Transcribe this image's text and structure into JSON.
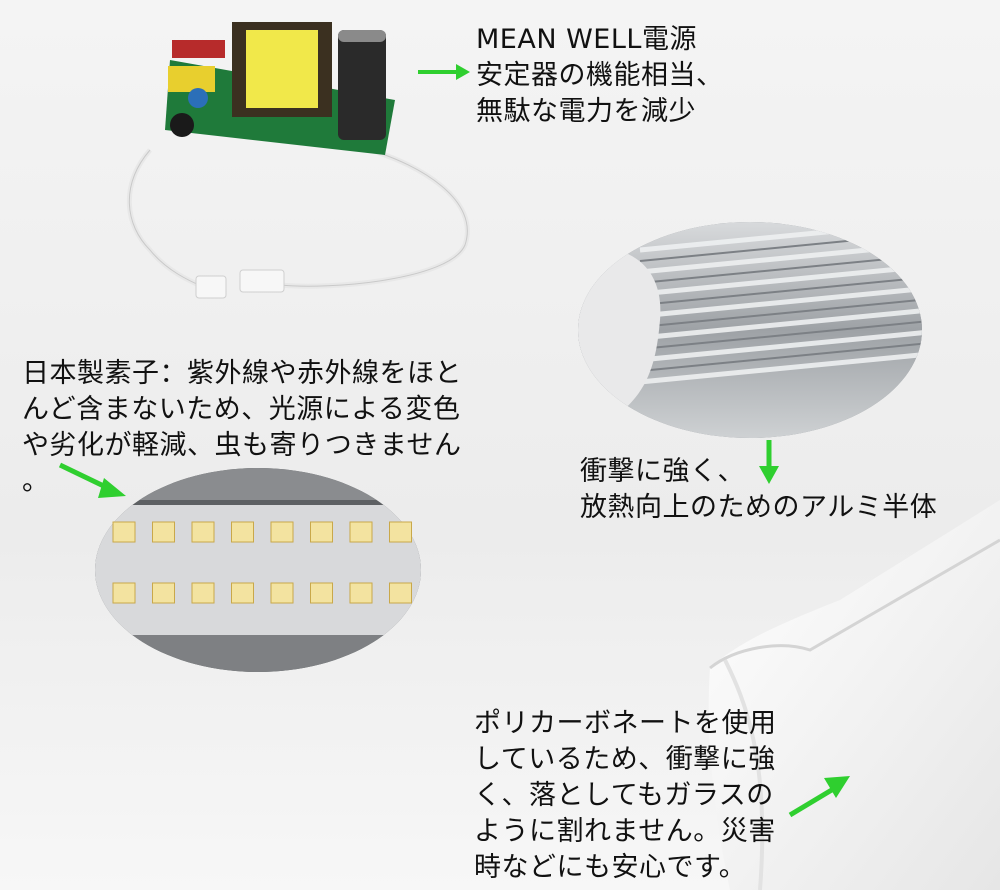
{
  "callouts": {
    "power_supply": [
      "MEAN WELL電源",
      "安定器の機能相当、",
      "無駄な電力を減少"
    ],
    "led_chips": [
      "日本製素子：紫外線や赤外線をほと",
      "んど含まないため、光源による変色",
      "や劣化が軽減、虫も寄りつきません",
      "。"
    ],
    "aluminum": [
      "衝撃に強く、",
      "放熱向上のためのアルミ半体"
    ],
    "polycarbonate": [
      "ポリカーボネートを使用",
      "しているため、衝撃に強",
      "く、落としてもガラスの",
      "ように割れません。災害",
      "時などにも安心です。"
    ]
  },
  "colors": {
    "arrow": "#2fcf2f",
    "pcb": "#1f7a3a",
    "transformer": "#f1e84a",
    "led": "#f3e3a0",
    "aluminum": "#b9bcbf",
    "diffuser": "#f3f3f3"
  },
  "icons": [
    "arrow-right-icon",
    "arrow-down-right-icon",
    "arrow-down-icon",
    "arrow-up-right-icon"
  ]
}
